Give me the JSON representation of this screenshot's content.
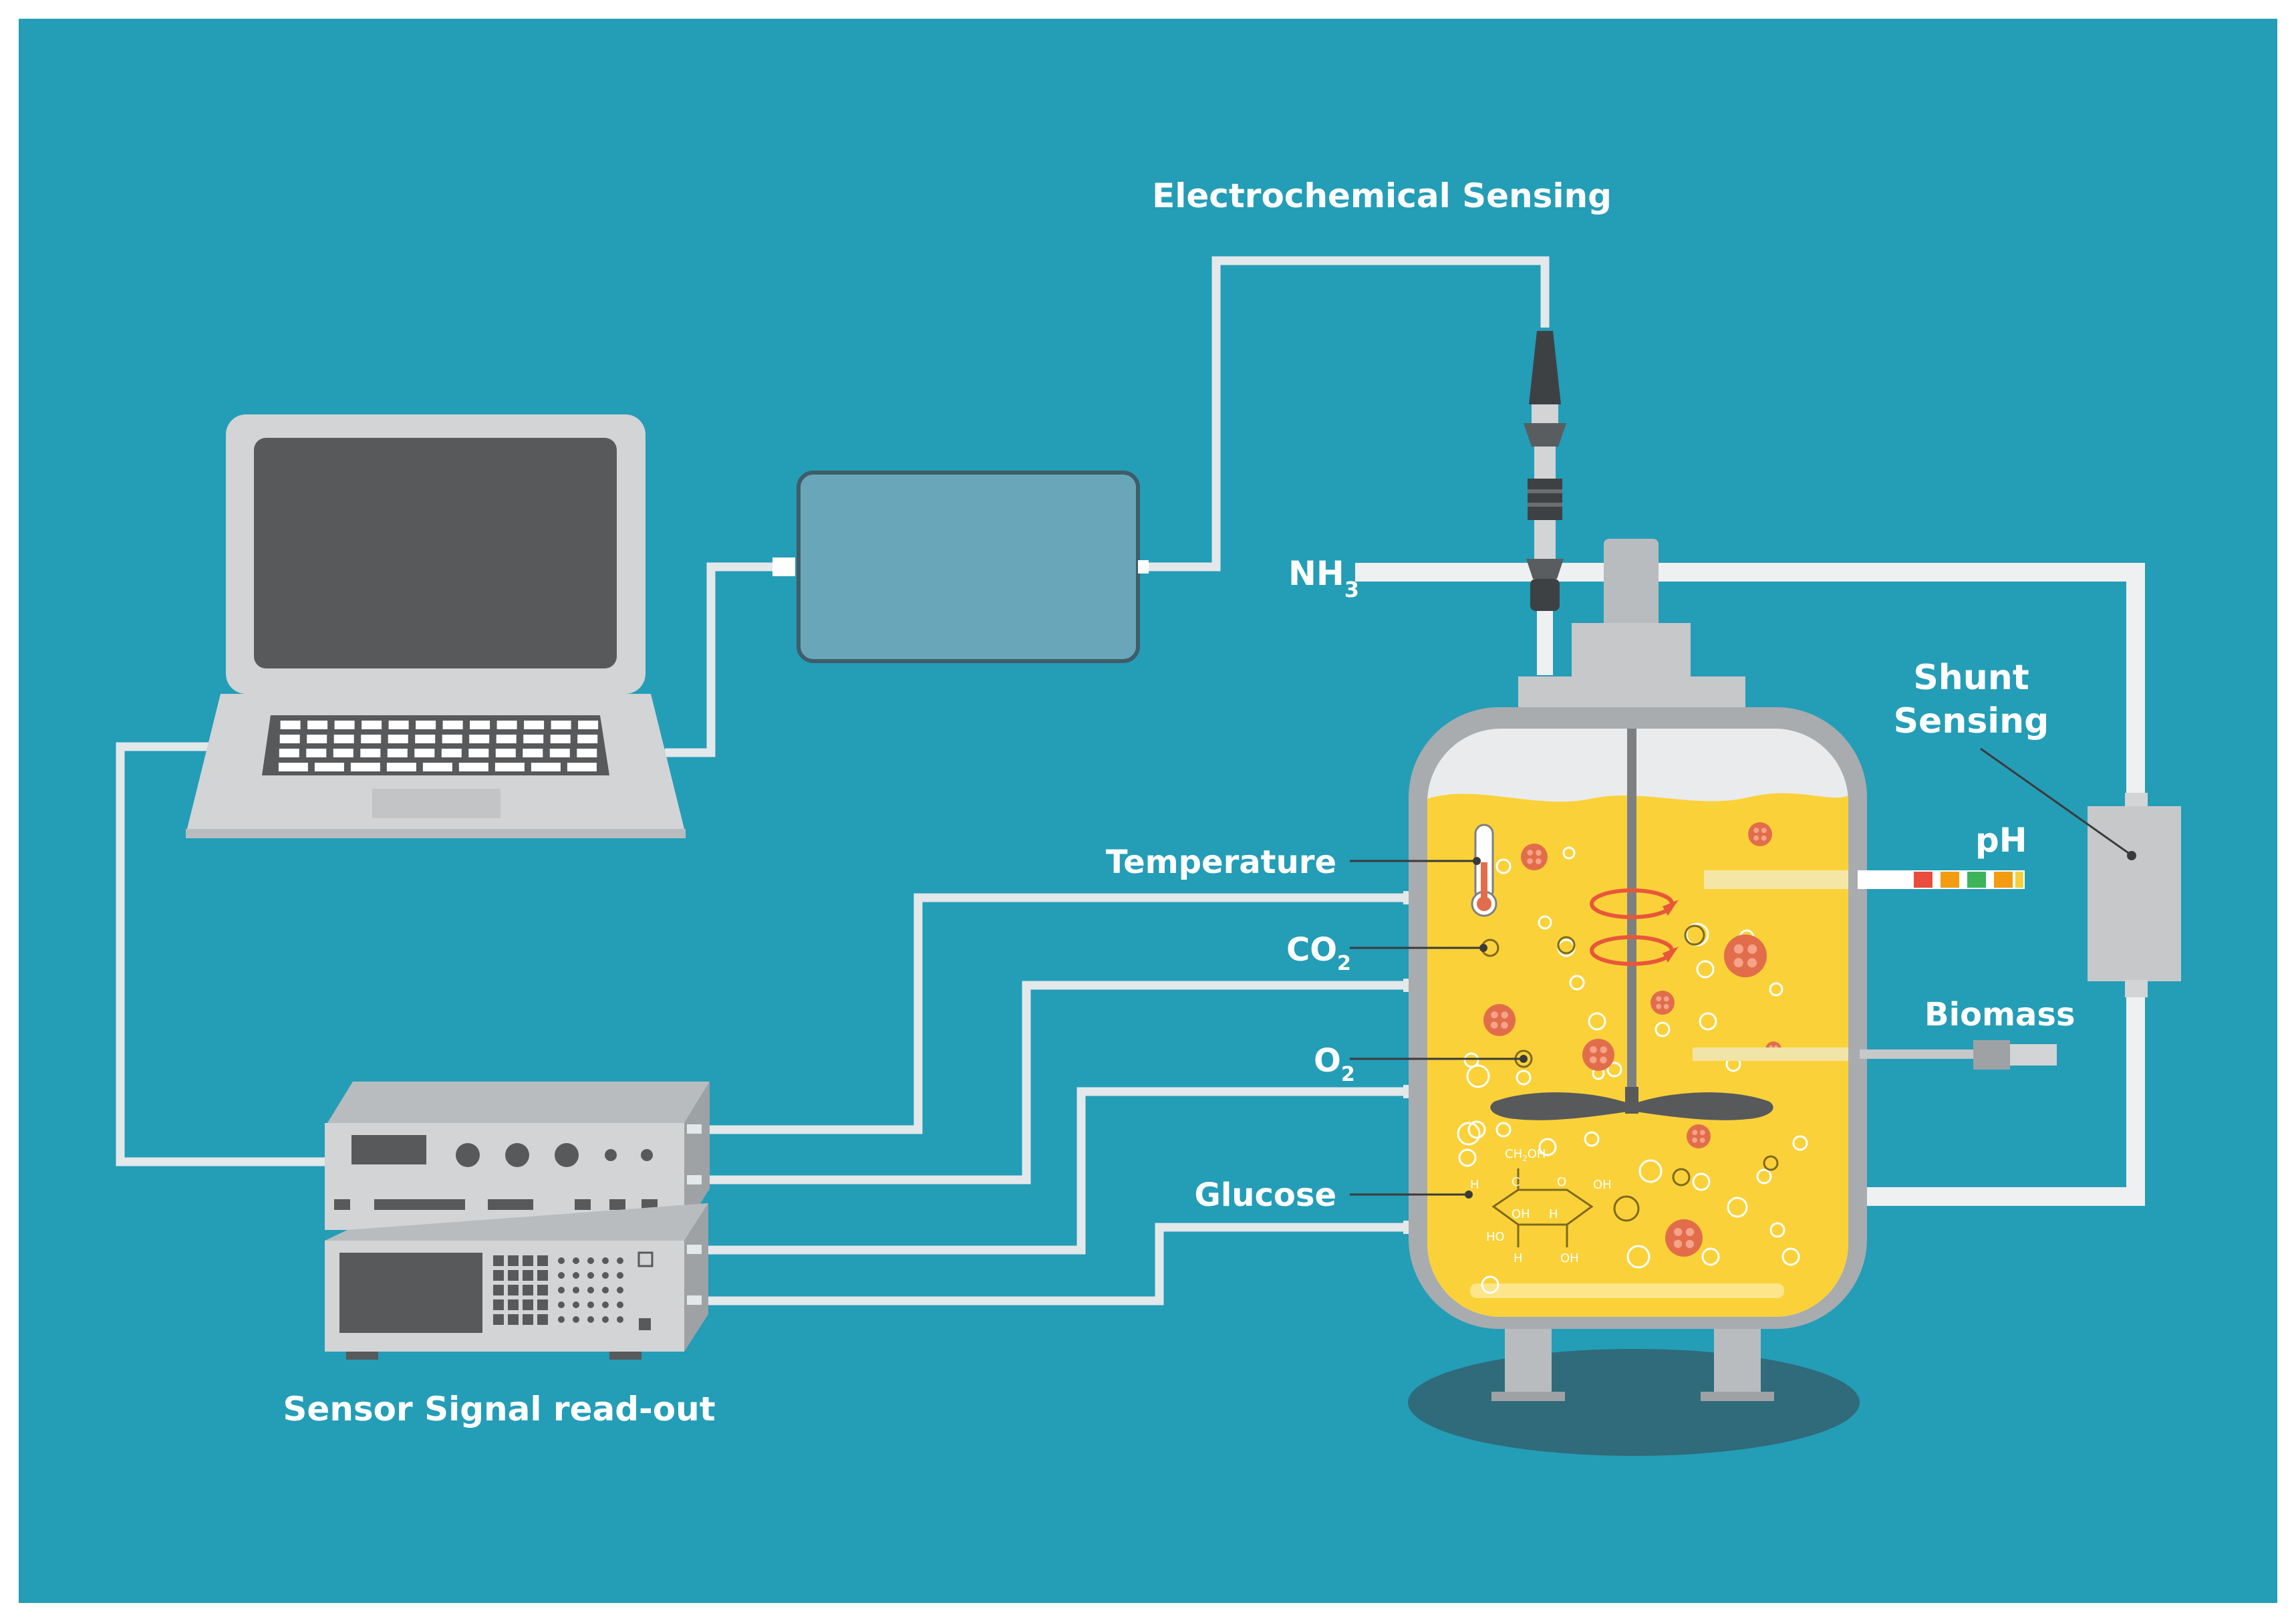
{
  "labels": {
    "electrochemical_sensing": "Electrochemical Sensing",
    "nh3_main": "NH",
    "nh3_sub": "3",
    "shunt_line1": "Shunt",
    "shunt_line2": "Sensing",
    "ph": "pH",
    "biomass": "Biomass",
    "temperature": "Temperature",
    "co2_main": "CO",
    "co2_sub": "2",
    "o2_main": "O",
    "o2_sub": "2",
    "glucose": "Glucose",
    "readout": "Sensor Signal read-out",
    "glucose_formula": {
      "ch2oh": "CH",
      "ch2oh_sub": "2",
      "ch2oh_end": "OH",
      "h": "H",
      "oh": "OH",
      "ho": "HO",
      "c": "C",
      "o": "O"
    }
  },
  "colors": {
    "background": "#249db7",
    "frame": "#ffffff",
    "device_gray": "#d2d4d6",
    "screen_dark": "#58595b",
    "potentiostat": "#6aa6ba",
    "broth": "#fbd13a",
    "cell": "#e26d4a",
    "rotation_arrow": "#e7573a",
    "shadow": "#2f6b7a",
    "ph_strip": [
      "#e84d3d",
      "#f39c12",
      "#3db35a",
      "#f39c12",
      "#f4d03f"
    ]
  },
  "icons": {
    "laptop": "laptop-icon",
    "potentiostat": "potentiostat-icon",
    "probe": "electrochemical-probe-icon",
    "bioreactor": "bioreactor-icon",
    "thermometer": "thermometer-icon",
    "impeller": "impeller-icon",
    "readout": "signal-readout-device-icon"
  }
}
